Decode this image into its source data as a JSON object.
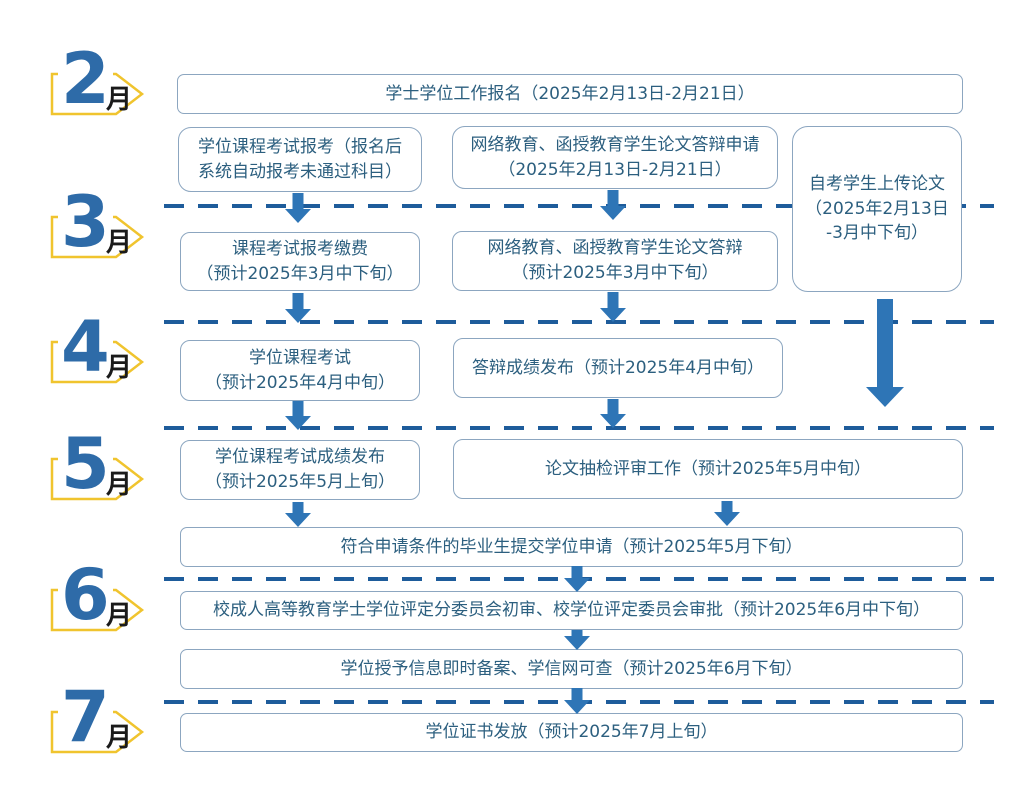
{
  "colors": {
    "arrow_blue": "#2E75B6",
    "dash_blue": "#1E5C9B",
    "month_number_blue": "#2E6BA8",
    "pennant_yellow": "#F0C42E",
    "box_border": "#8CA6C0",
    "box_text": "#2C5F7F"
  },
  "months": [
    {
      "number": "2",
      "suffix": "月"
    },
    {
      "number": "3",
      "suffix": "月"
    },
    {
      "number": "4",
      "suffix": "月"
    },
    {
      "number": "5",
      "suffix": "月"
    },
    {
      "number": "6",
      "suffix": "月"
    },
    {
      "number": "7",
      "suffix": "月"
    }
  ],
  "steps": {
    "s1": "学士学位工作报名（2025年2月13日-2月21日）",
    "s2": "学位课程考试报考（报名后\n系统自动报考未通过科目）",
    "s3": "网络教育、函授教育学生论文答辩申请\n（2025年2月13日-2月21日）",
    "s4": "自考学生上传论文\n（2025年2月13日\n-3月中下旬）",
    "s5": "课程考试报考缴费\n（预计2025年3月中下旬）",
    "s6": "网络教育、函授教育学生论文答辩\n（预计2025年3月中下旬）",
    "s7": "学位课程考试\n（预计2025年4月中旬）",
    "s8": "答辩成绩发布（预计2025年4月中旬）",
    "s9": "学位课程考试成绩发布\n（预计2025年5月上旬）",
    "s10": "论文抽检评审工作（预计2025年5月中旬）",
    "s11": "符合申请条件的毕业生提交学位申请（预计2025年5月下旬）",
    "s12": "校成人高等教育学士学位评定分委员会初审、校学位评定委员会审批（预计2025年6月中下旬）",
    "s13": "学位授予信息即时备案、学信网可查（预计2025年6月下旬）",
    "s14": "学位证书发放（预计2025年7月上旬）"
  }
}
